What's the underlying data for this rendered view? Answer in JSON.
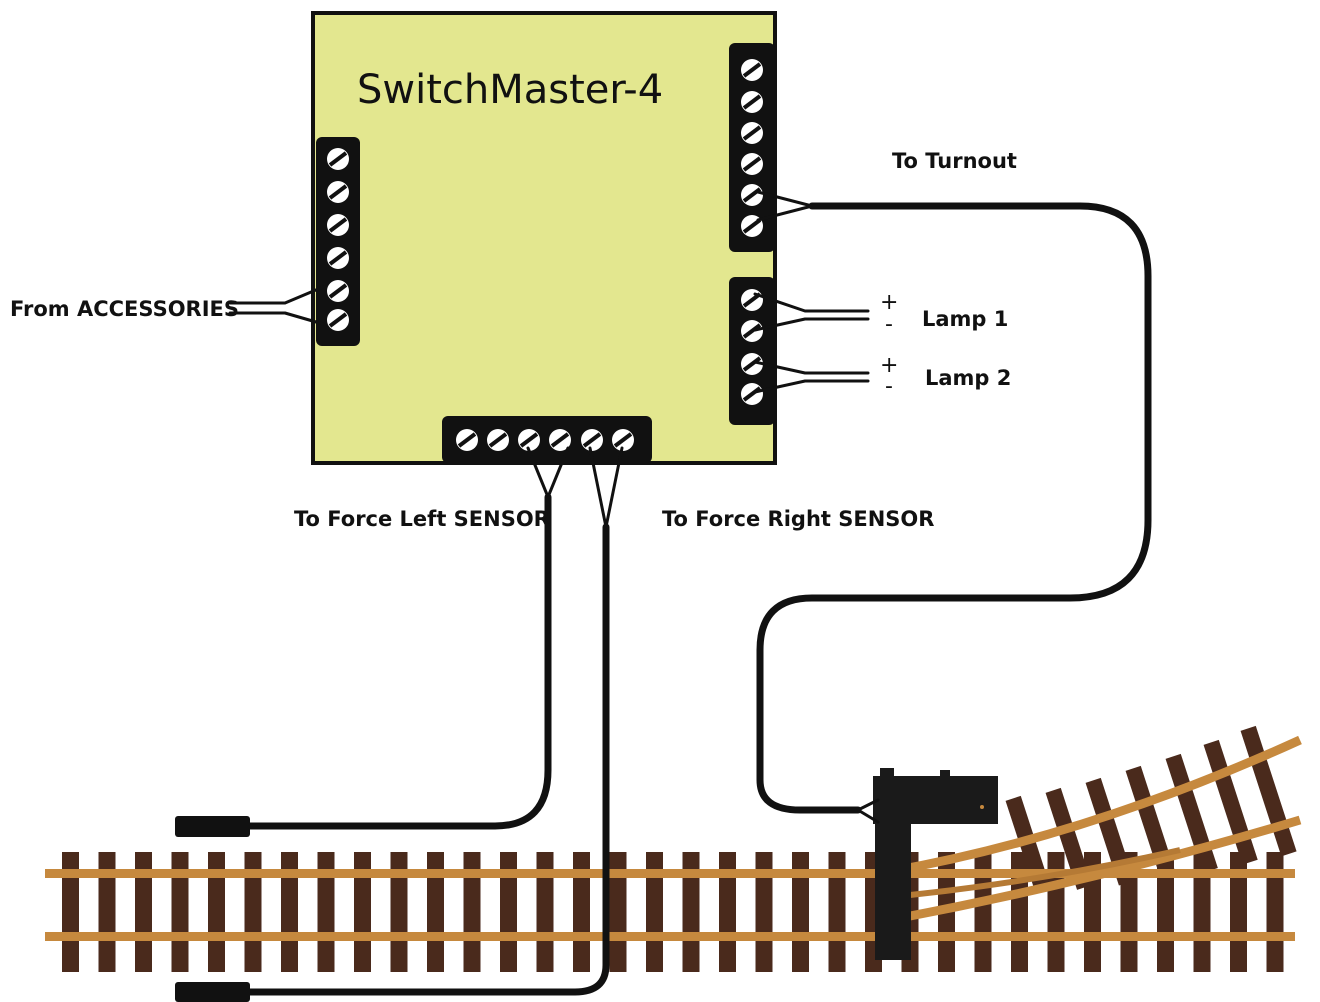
{
  "board": {
    "title": "SwitchMaster-4",
    "color": "#e3e78f"
  },
  "labels": {
    "accessories": "From ACCESSORIES",
    "turnout": "To Turnout",
    "lamp1": "Lamp 1",
    "lamp2": "Lamp 2",
    "plus": "+",
    "minus": "-",
    "force_left": "To Force Left SENSOR",
    "force_right": "To Force Right SENSOR"
  },
  "colors": {
    "wire": "#111111",
    "terminal": "#111111",
    "tie": "#4a2a1c",
    "rail": "#c6893e"
  }
}
